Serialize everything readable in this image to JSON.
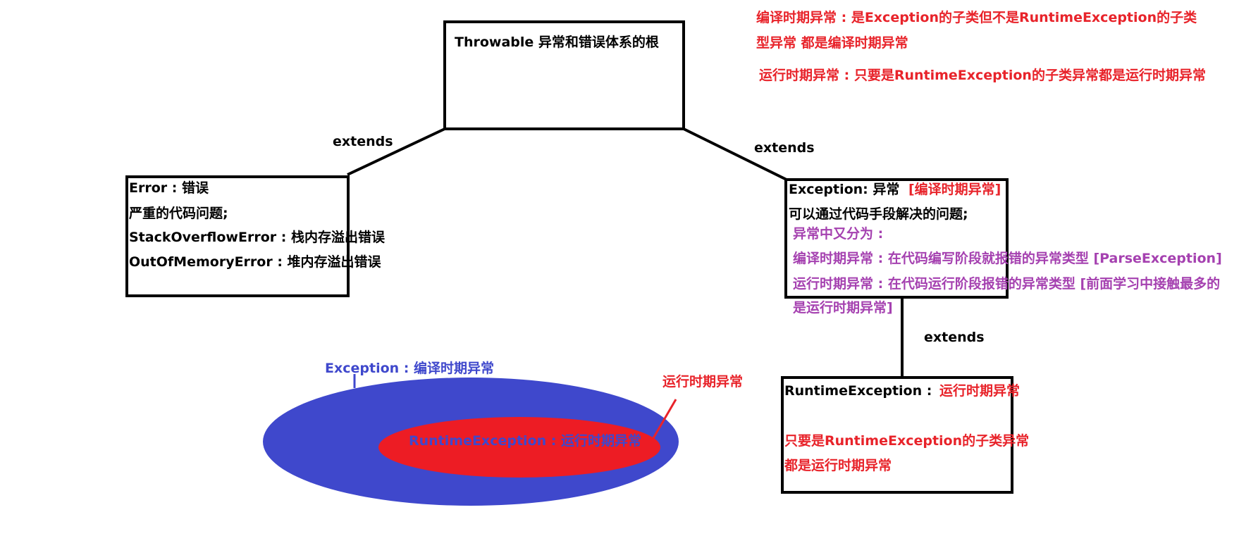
{
  "colors": {
    "black": "#000000",
    "red": "#e8232a",
    "purple": "#a541b0",
    "blue": "#3f48cc"
  },
  "throwable": {
    "title": "Throwable 异常和错误体系的根"
  },
  "edges": {
    "throwable_error": "extends",
    "throwable_exception": "extends",
    "exception_runtime": "extends"
  },
  "error": {
    "title": "Error : 错误",
    "line1": "严重的代码问题;",
    "line2": "StackOverflowError : 栈内存溢出错误",
    "line3": "OutOfMemoryError : 堆内存溢出错误"
  },
  "exception": {
    "title": "Exception: 异常",
    "tag": "[编译时期异常]",
    "line1": "可以通过代码手段解决的问题;",
    "line2": "异常中又分为 :",
    "line3": "编译时期异常 : 在代码编写阶段就报错的异常类型 [ParseException]",
    "line4": "运行时期异常 : 在代码运行阶段报错的异常类型 [前面学习中接触最多的",
    "line5": "是运行时期异常]"
  },
  "runtime": {
    "title": "RuntimeException :",
    "tag": "运行时期异常",
    "line1": "只要是RuntimeException的子类异常",
    "line2": "都是运行时期异常"
  },
  "notes": {
    "compile_line1": "编译时期异常 : 是Exception的子类但不是RuntimeException的子类",
    "compile_line2": "型异常 都是编译时期异常",
    "runtime_line": "运行时期异常 : 只要是RuntimeException的子类异常都是运行时期异常"
  },
  "venn": {
    "outer_label": "Exception : 编译时期异常",
    "inner_label": "RuntimeException : 运行时期异常",
    "pointer_label": "运行时期异常"
  }
}
